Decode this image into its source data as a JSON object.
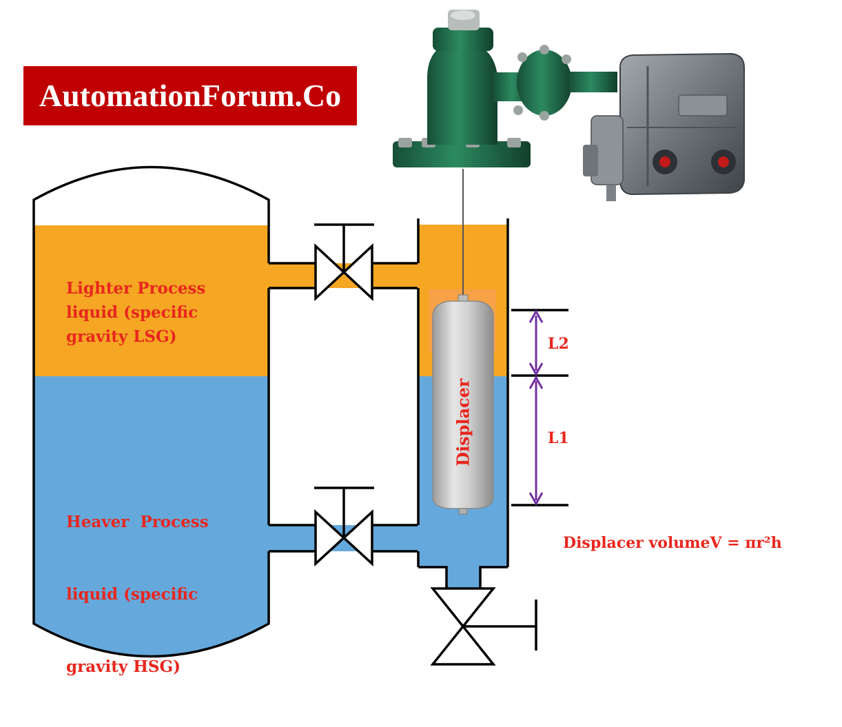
{
  "brand": {
    "text": "AutomationForum.Co",
    "bg_color": "#c00000",
    "text_color": "#ffffff"
  },
  "vessel": {
    "upper_liquid": {
      "lines": [
        "Lighter Process",
        "liquid (specific",
        "gravity LSG)"
      ],
      "color": "#f5a623"
    },
    "lower_liquid": {
      "lines": [
        "Heaver  Process",
        "liquid (specific",
        "gravity HSG)"
      ],
      "color": "#65a9dc"
    }
  },
  "displacer": {
    "label": "Displacer"
  },
  "dimensions": {
    "upper": "L2",
    "lower": "L1",
    "arrow_color": "#7030a0"
  },
  "formula": {
    "prefix": "Displacer volume",
    "equation": "V = πr²h"
  },
  "label_color": "#e8261d",
  "transmitter": {
    "body_color": "#1f6b4a",
    "housing_color": "#7a7f84"
  }
}
